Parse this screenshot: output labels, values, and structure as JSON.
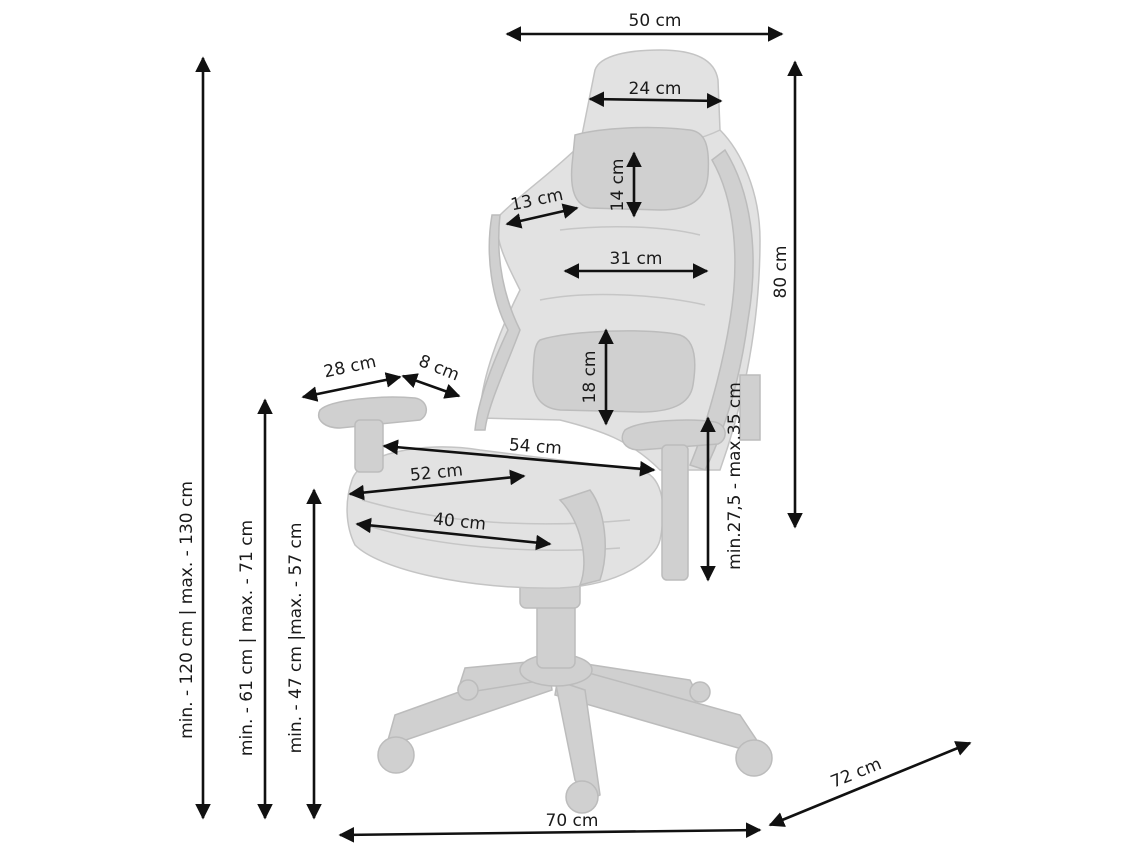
{
  "dimensions": {
    "total_width": "50 cm",
    "headrest_width": "24 cm",
    "pillow_height": "14 cm",
    "side_bolster": "13 cm",
    "back_width": "31 cm",
    "back_height": "80 cm",
    "lumbar_height": "18 cm",
    "armrest_length": "28 cm",
    "armrest_width": "8 cm",
    "seat_outer_width": "54 cm",
    "seat_width": "52 cm",
    "seat_inner_width": "40 cm",
    "armrest_height": "min.27,5 - max.35 cm",
    "total_height": "min. - 120 cm | max. - 130 cm",
    "armrest_floor_height": "min. -  61  cm  |  max. - 71 cm",
    "seat_height": "min. - 47 cm |max. - 57 cm",
    "base_width": "70 cm",
    "base_depth": "72 cm"
  }
}
